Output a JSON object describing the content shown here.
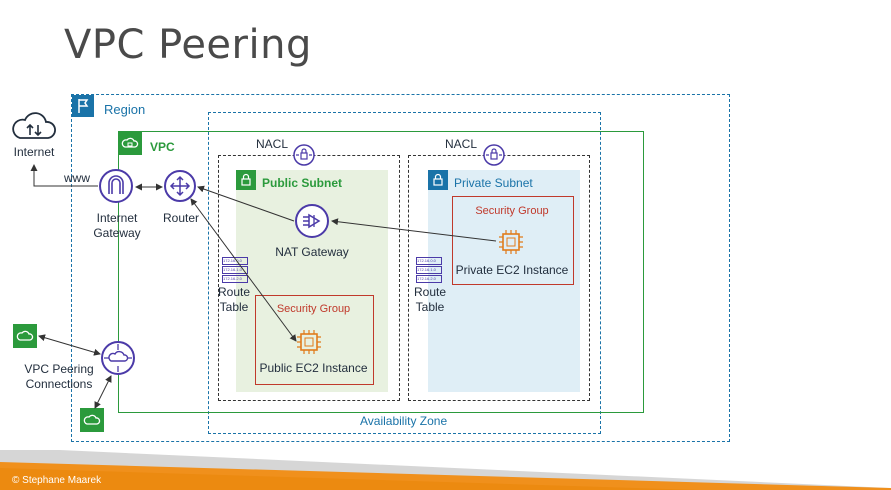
{
  "title": "VPC Peering",
  "region": {
    "label": "Region"
  },
  "availability_zone": {
    "label": "Availability Zone"
  },
  "vpc": {
    "label": "VPC"
  },
  "nacl": {
    "label_left": "NACL",
    "label_right": "NACL"
  },
  "public_subnet": {
    "label": "Public Subnet"
  },
  "private_subnet": {
    "label": "Private Subnet"
  },
  "internet": {
    "label": "Internet",
    "www": "www"
  },
  "internet_gateway": {
    "label_line1": "Internet",
    "label_line2": "Gateway"
  },
  "router": {
    "label": "Router"
  },
  "nat_gateway": {
    "label": "NAT Gateway"
  },
  "route_table_left": {
    "line1": "Route",
    "line2": "Table"
  },
  "route_table_right": {
    "line1": "Route",
    "line2": "Table"
  },
  "route_table_entries": [
    "172.16.0.0",
    "172.16.1.0",
    "172.16.2.0"
  ],
  "public_sg": {
    "label": "Security Group",
    "instance": "Public EC2 Instance"
  },
  "private_sg": {
    "label": "Security Group",
    "instance": "Private EC2 Instance"
  },
  "peering": {
    "line1": "VPC Peering",
    "line2": "Connections"
  },
  "footer": {
    "text": "© Stephane Maarek"
  },
  "colors": {
    "region": "#1a73a8",
    "vpc": "#2b9a3c",
    "security_group": "#c0392b",
    "ec2": "#e07b1a",
    "icon_purple": "#4b3aa8",
    "footer": "#f0901c"
  }
}
